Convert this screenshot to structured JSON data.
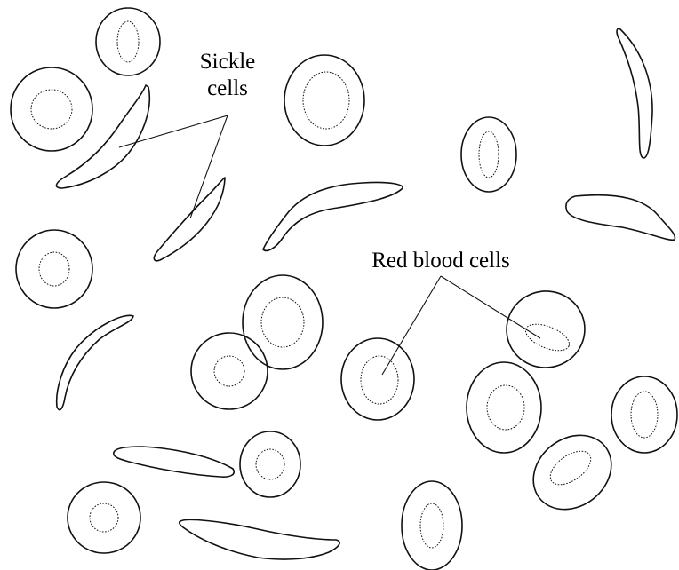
{
  "labels": {
    "sickle_line1": "Sickle",
    "sickle_line2": "cells",
    "rbc": "Red blood cells"
  },
  "colors": {
    "stroke": "#111111",
    "background": "#ffffff"
  }
}
